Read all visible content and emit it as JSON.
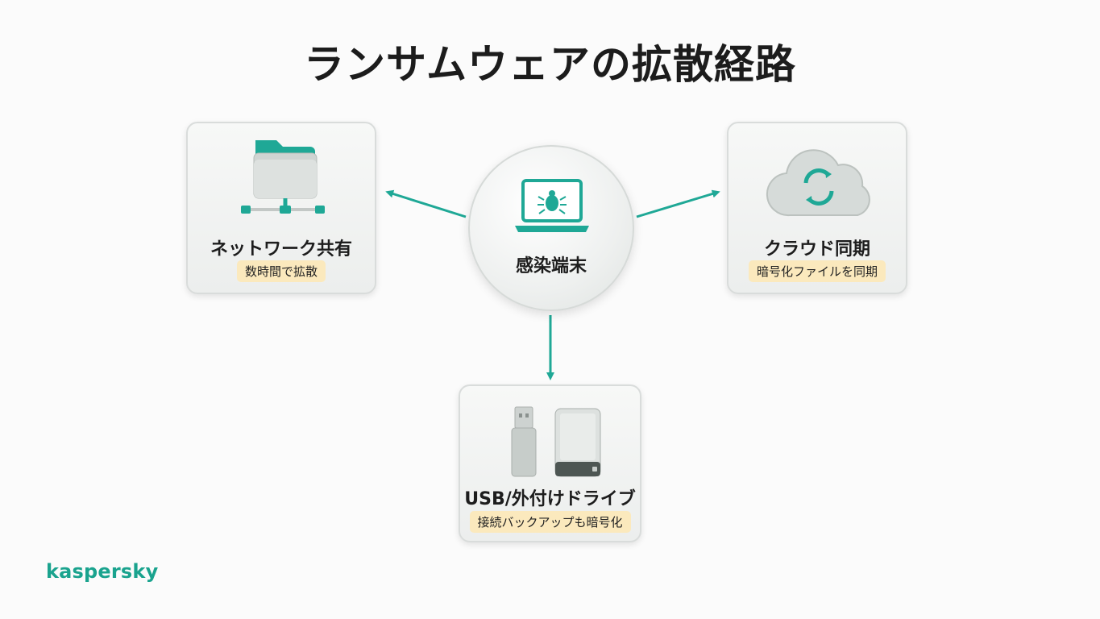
{
  "title": "ランサムウェアの拡散経路",
  "center": {
    "label": "感染端末"
  },
  "nodes": {
    "network": {
      "label": "ネットワーク共有",
      "note": "数時間で拡散"
    },
    "cloud": {
      "label": "クラウド同期",
      "note": "暗号化ファイルを同期"
    },
    "usb": {
      "label": "USB/外付けドライブ",
      "note": "接続バックアップも暗号化"
    }
  },
  "icons": {
    "network": "shared-folder-network-icon",
    "cloud": "cloud-sync-icon",
    "usb": "usb-drive-icon",
    "center": "infected-laptop-bug-icon"
  },
  "colors": {
    "accent": "#1fa896",
    "highlight": "#fbe9bd"
  },
  "logo": "kaspersky"
}
